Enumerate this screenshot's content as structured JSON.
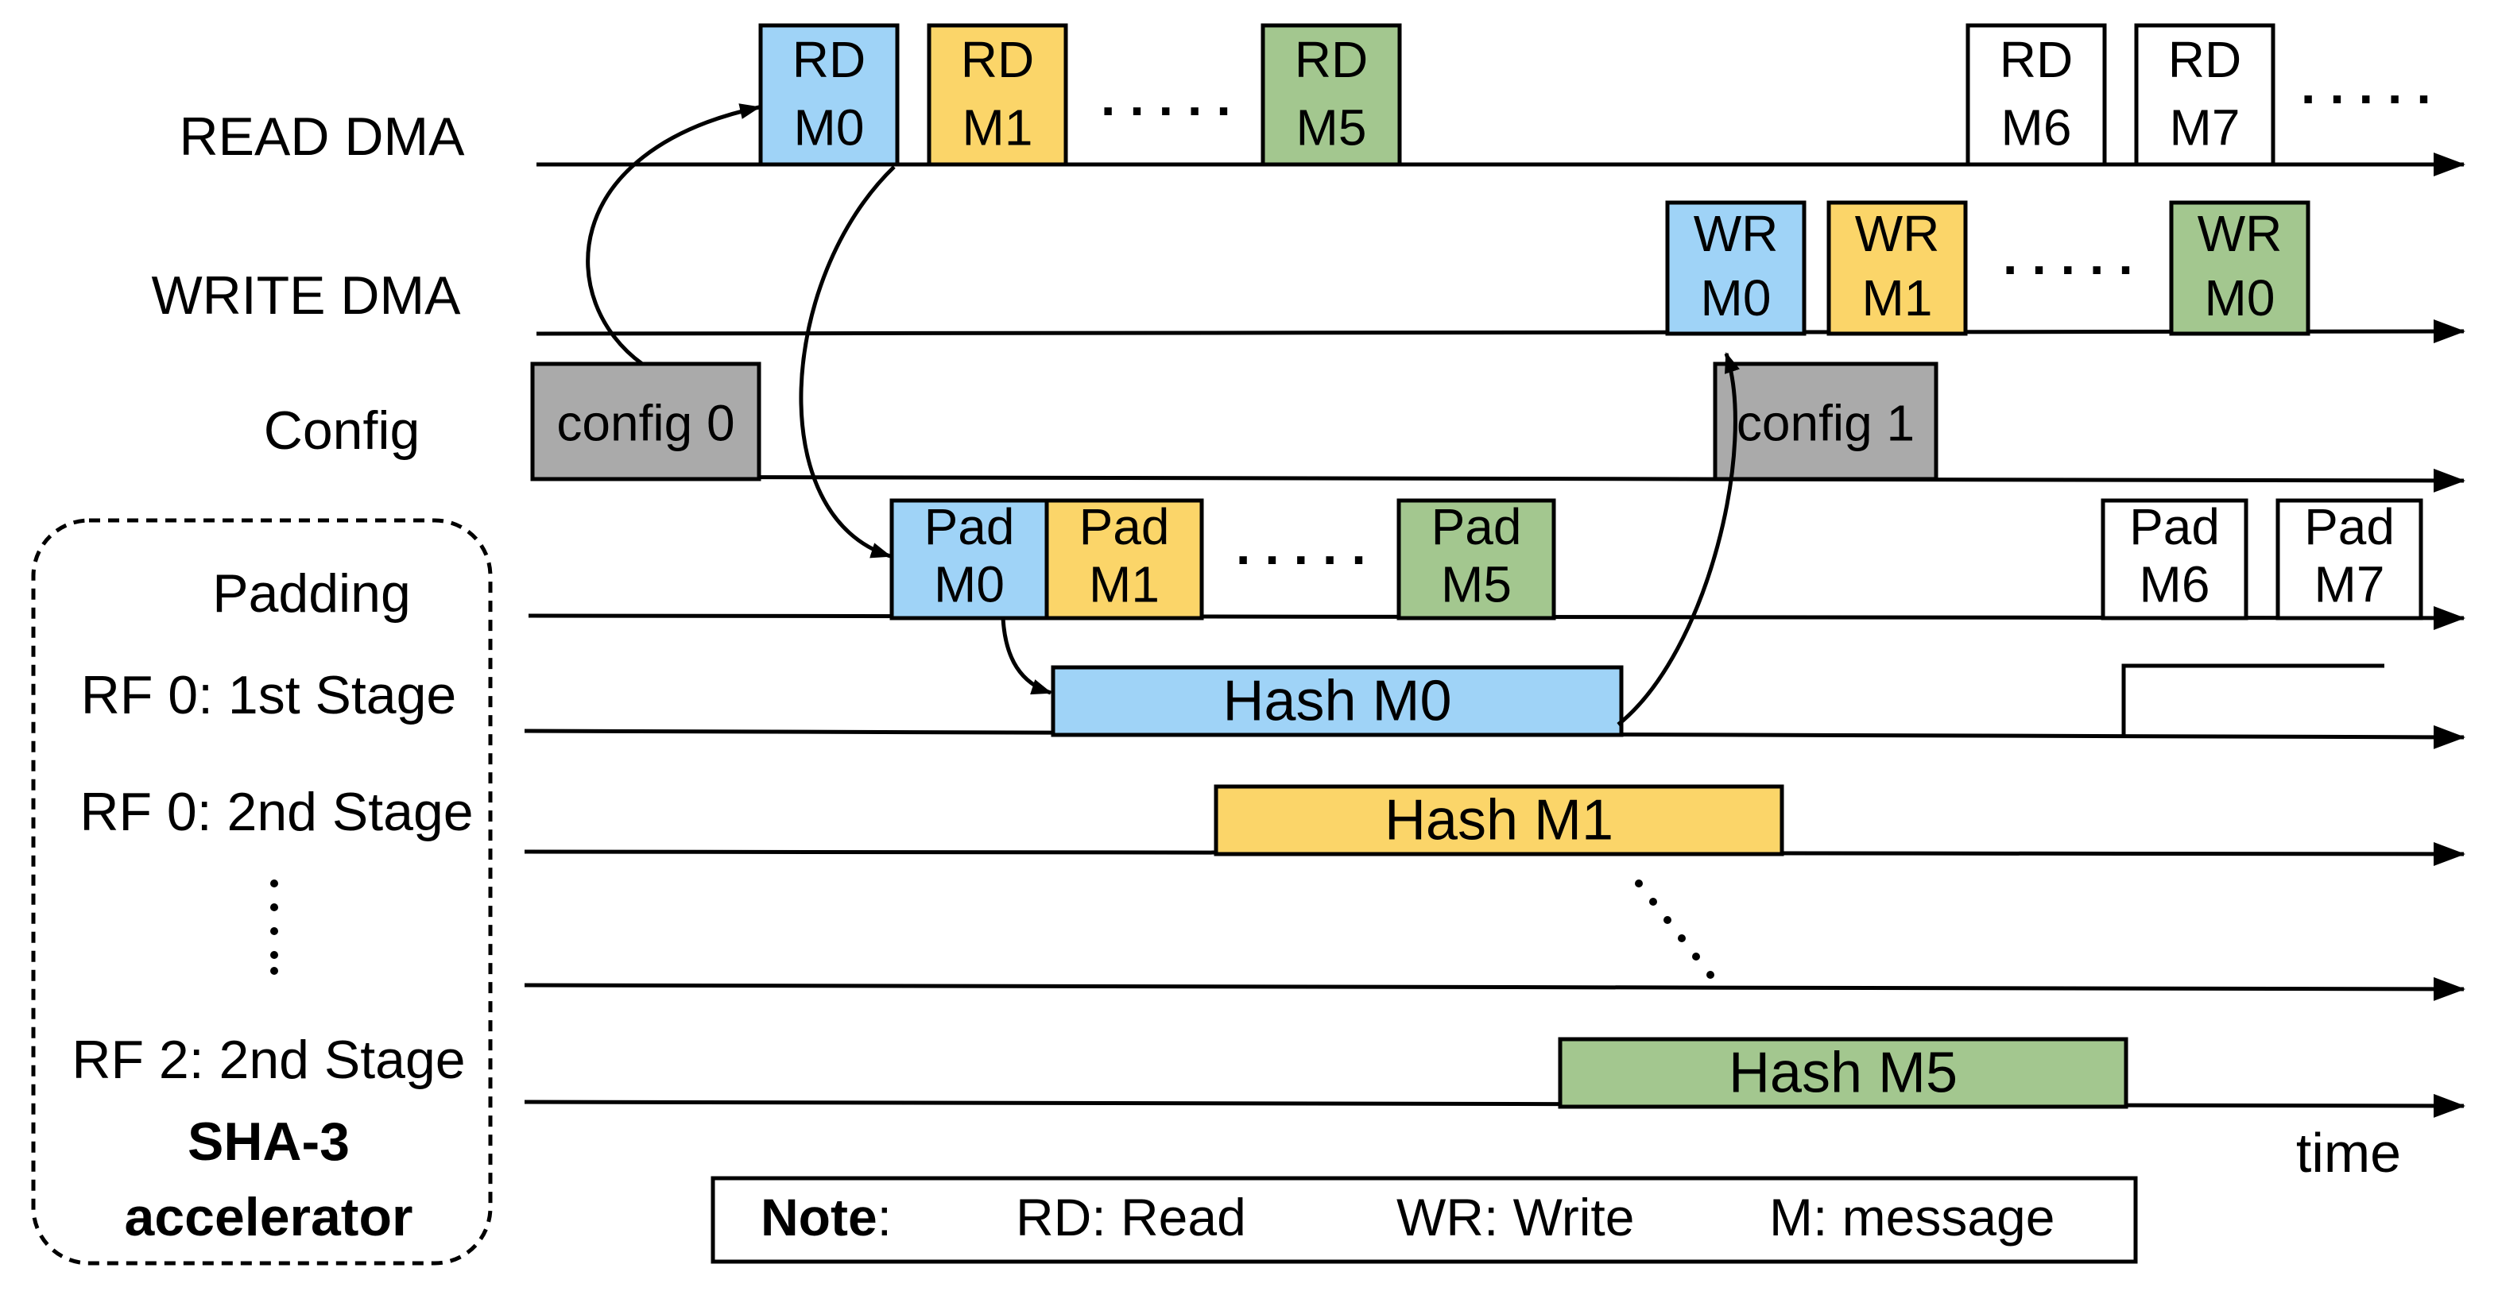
{
  "colors": {
    "m0": "#9fd3f7",
    "m1": "#fbd569",
    "m5": "#a3c78f",
    "config": "#aaaaaa",
    "empty": "#ffffff",
    "line": "#000000"
  },
  "rows": {
    "read_dma": "READ DMA",
    "write_dma": "WRITE DMA",
    "config": "Config",
    "padding": "Padding",
    "rf0_1st": "RF 0: 1st Stage",
    "rf0_2nd": "RF 0: 2nd Stage",
    "vdots": "⋮",
    "rf2_2nd": "RF 2: 2nd Stage"
  },
  "accelerator": {
    "line1": "SHA-3",
    "line2": "accelerator"
  },
  "ellipsis": ".....",
  "read_boxes": [
    {
      "l1": "RD",
      "l2": "M0",
      "color": "m0"
    },
    {
      "l1": "RD",
      "l2": "M1",
      "color": "m1"
    },
    {
      "l1": "RD",
      "l2": "M5",
      "color": "m5"
    },
    {
      "l1": "RD",
      "l2": "M6",
      "color": "empty"
    },
    {
      "l1": "RD",
      "l2": "M7",
      "color": "empty"
    }
  ],
  "write_boxes": [
    {
      "l1": "WR",
      "l2": "M0",
      "color": "m0"
    },
    {
      "l1": "WR",
      "l2": "M1",
      "color": "m1"
    },
    {
      "l1": "WR",
      "l2": "M0",
      "color": "m5"
    }
  ],
  "config_boxes": [
    {
      "label": "config 0",
      "color": "config"
    },
    {
      "label": "config 1",
      "color": "config"
    }
  ],
  "pad_boxes": [
    {
      "l1": "Pad",
      "l2": "M0",
      "color": "m0"
    },
    {
      "l1": "Pad",
      "l2": "M1",
      "color": "m1"
    },
    {
      "l1": "Pad",
      "l2": "M5",
      "color": "m5"
    },
    {
      "l1": "Pad",
      "l2": "M6",
      "color": "empty"
    },
    {
      "l1": "Pad",
      "l2": "M7",
      "color": "empty"
    }
  ],
  "hash_boxes": [
    {
      "label": "Hash M0",
      "color": "m0"
    },
    {
      "label": "Hash M1",
      "color": "m1"
    },
    {
      "label": "Hash M5",
      "color": "m5"
    }
  ],
  "time_label": "time",
  "note": {
    "title": "Note",
    "colon": ":",
    "rd": "RD:  Read",
    "wr": "WR: Write",
    "m": "M: message"
  }
}
